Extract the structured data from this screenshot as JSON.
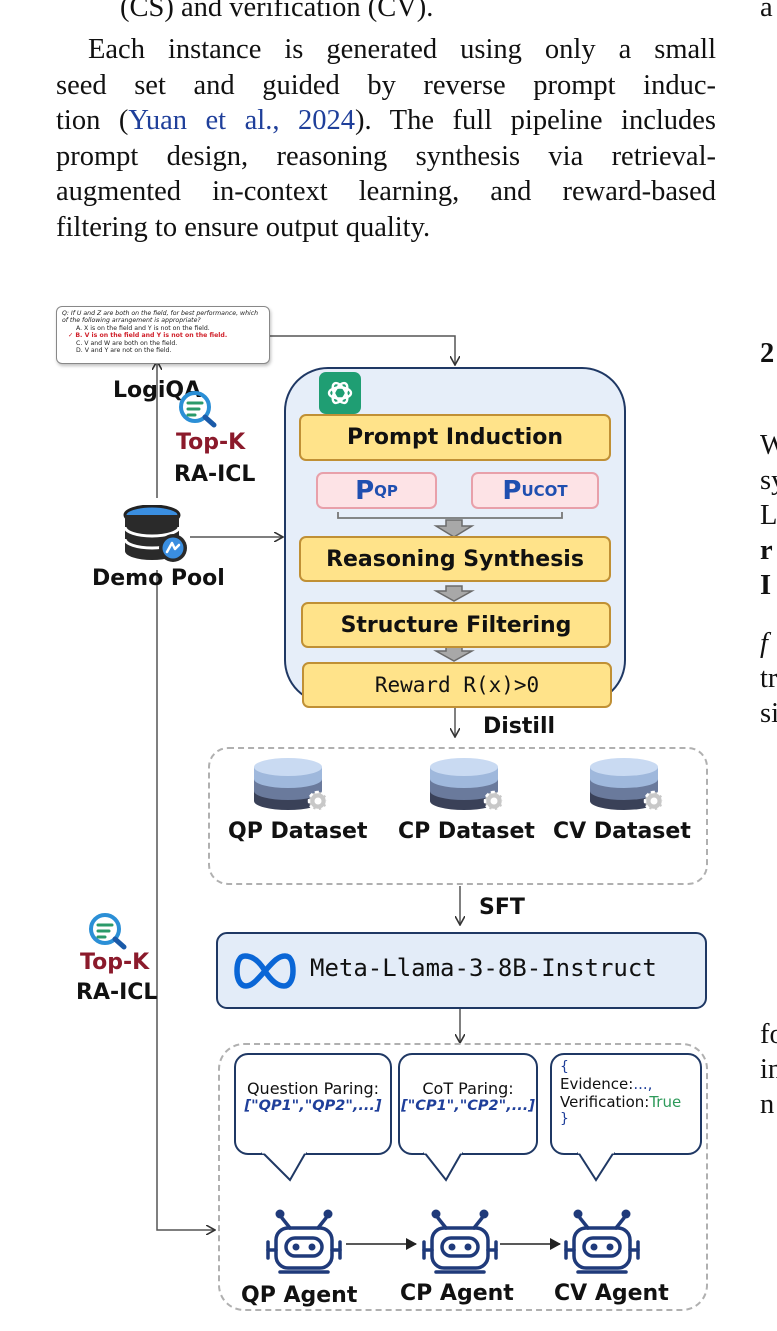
{
  "text": {
    "line0": "(CS) and verification (CV).",
    "p1_l1": "Each instance is generated using only a small",
    "p1_l2": "seed set and guided by reverse prompt induc-",
    "p1_l3_a": "tion (",
    "p1_l3_cite_author": "Yuan et al.",
    "p1_l3_b": ", ",
    "p1_l3_cite_year": "2024",
    "p1_l3_c": "). The full pipeline includes",
    "p1_l4": "prompt design, reasoning synthesis via retrieval-",
    "p1_l5": "augmented in-context learning, and reward-based",
    "p1_l6": "filtering to ensure output quality."
  },
  "right_column": {
    "fragments": [
      "a",
      "2",
      "W",
      "sy",
      "L",
      "r",
      "I",
      "f",
      "tr",
      "si",
      "fo",
      "in",
      "n"
    ]
  },
  "figure": {
    "logiqa_sample": {
      "question": "Q: If U and Z are both on the field, for best performance, which of the following arrangement is appropriate?",
      "options": [
        "A. X is on the field and Y is not on the field.",
        "B. V is on the field and Y is not on the field.",
        "C. V and W are both on the field.",
        "D. V and Y are not on the field."
      ],
      "correct_mark": "✓"
    },
    "logiqa_label": "LogiQA",
    "topk_label": "Top-K",
    "raicl_label": "RA-ICL",
    "demo_pool_label": "Demo Pool",
    "prompt_induction": "Prompt Induction",
    "p_qp": {
      "base": "P",
      "sub": "QP"
    },
    "p_ucot": {
      "base": "P",
      "sub": "UCOT"
    },
    "reasoning_synthesis": "Reasoning Synthesis",
    "structure_filtering": "Structure Filtering",
    "reward": "Reward R(x)>0",
    "distill": "Distill",
    "datasets": [
      "QP Dataset",
      "CP Dataset",
      "CV Dataset"
    ],
    "sft": "SFT",
    "model": "Meta-Llama-3-8B-Instruct",
    "bubbles": {
      "qp_title": "Question Paring:",
      "qp_value": "[\"QP1\",\"QP2\",...]",
      "cp_title": "CoT Paring:",
      "cp_value": "[\"CP1\",\"CP2\",...]",
      "cv_open": "{",
      "cv_evidence_key": "Evidence:",
      "cv_evidence_val": "...,",
      "cv_verif_key": "Verification:",
      "cv_verif_val": "True",
      "cv_close": "}"
    },
    "agents": [
      "QP Agent",
      "CP Agent",
      "CV Agent"
    ],
    "colors": {
      "navy": "#1f3864",
      "yellow": "#ffe38a",
      "pink": "#fde3e6",
      "topk_red": "#8b1a2b",
      "green": "#2e9a5a"
    }
  }
}
